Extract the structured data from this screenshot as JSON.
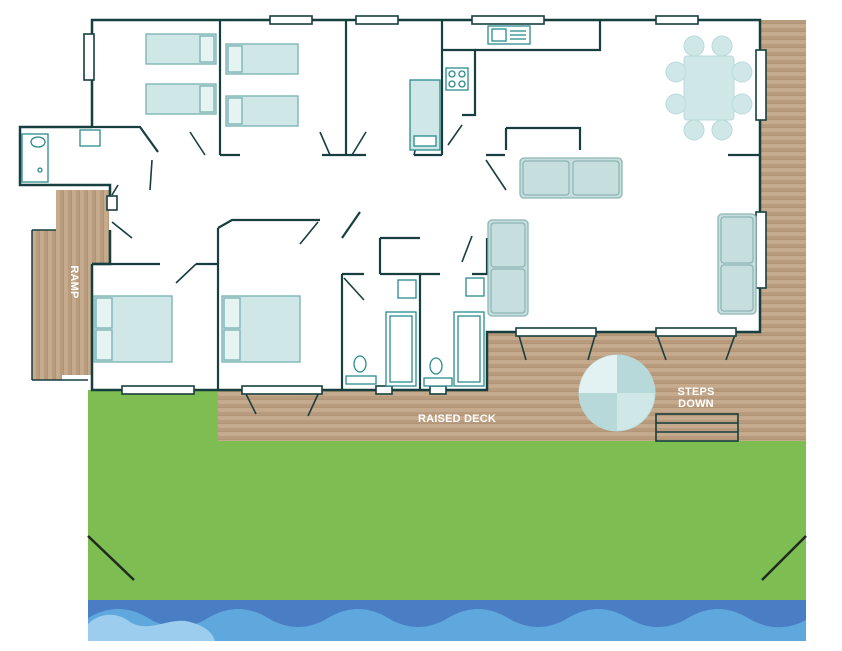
{
  "labels": {
    "ramp": "RAMP",
    "raised_deck": "RAISED DECK",
    "steps_down_line1": "STEPS",
    "steps_down_line2": "DOWN"
  },
  "colors": {
    "wall": "#173f3f",
    "furniture_fill": "#cfe7e7",
    "furniture_stroke": "#7fb5b5",
    "deck": "#b89a7c",
    "deck_light": "#d2bba2",
    "lawn": "#7ebd52",
    "water_dark": "#4a7ec4",
    "water_mid": "#5fa8dd",
    "water_light": "#9ccdee",
    "window": "#ffffff"
  }
}
